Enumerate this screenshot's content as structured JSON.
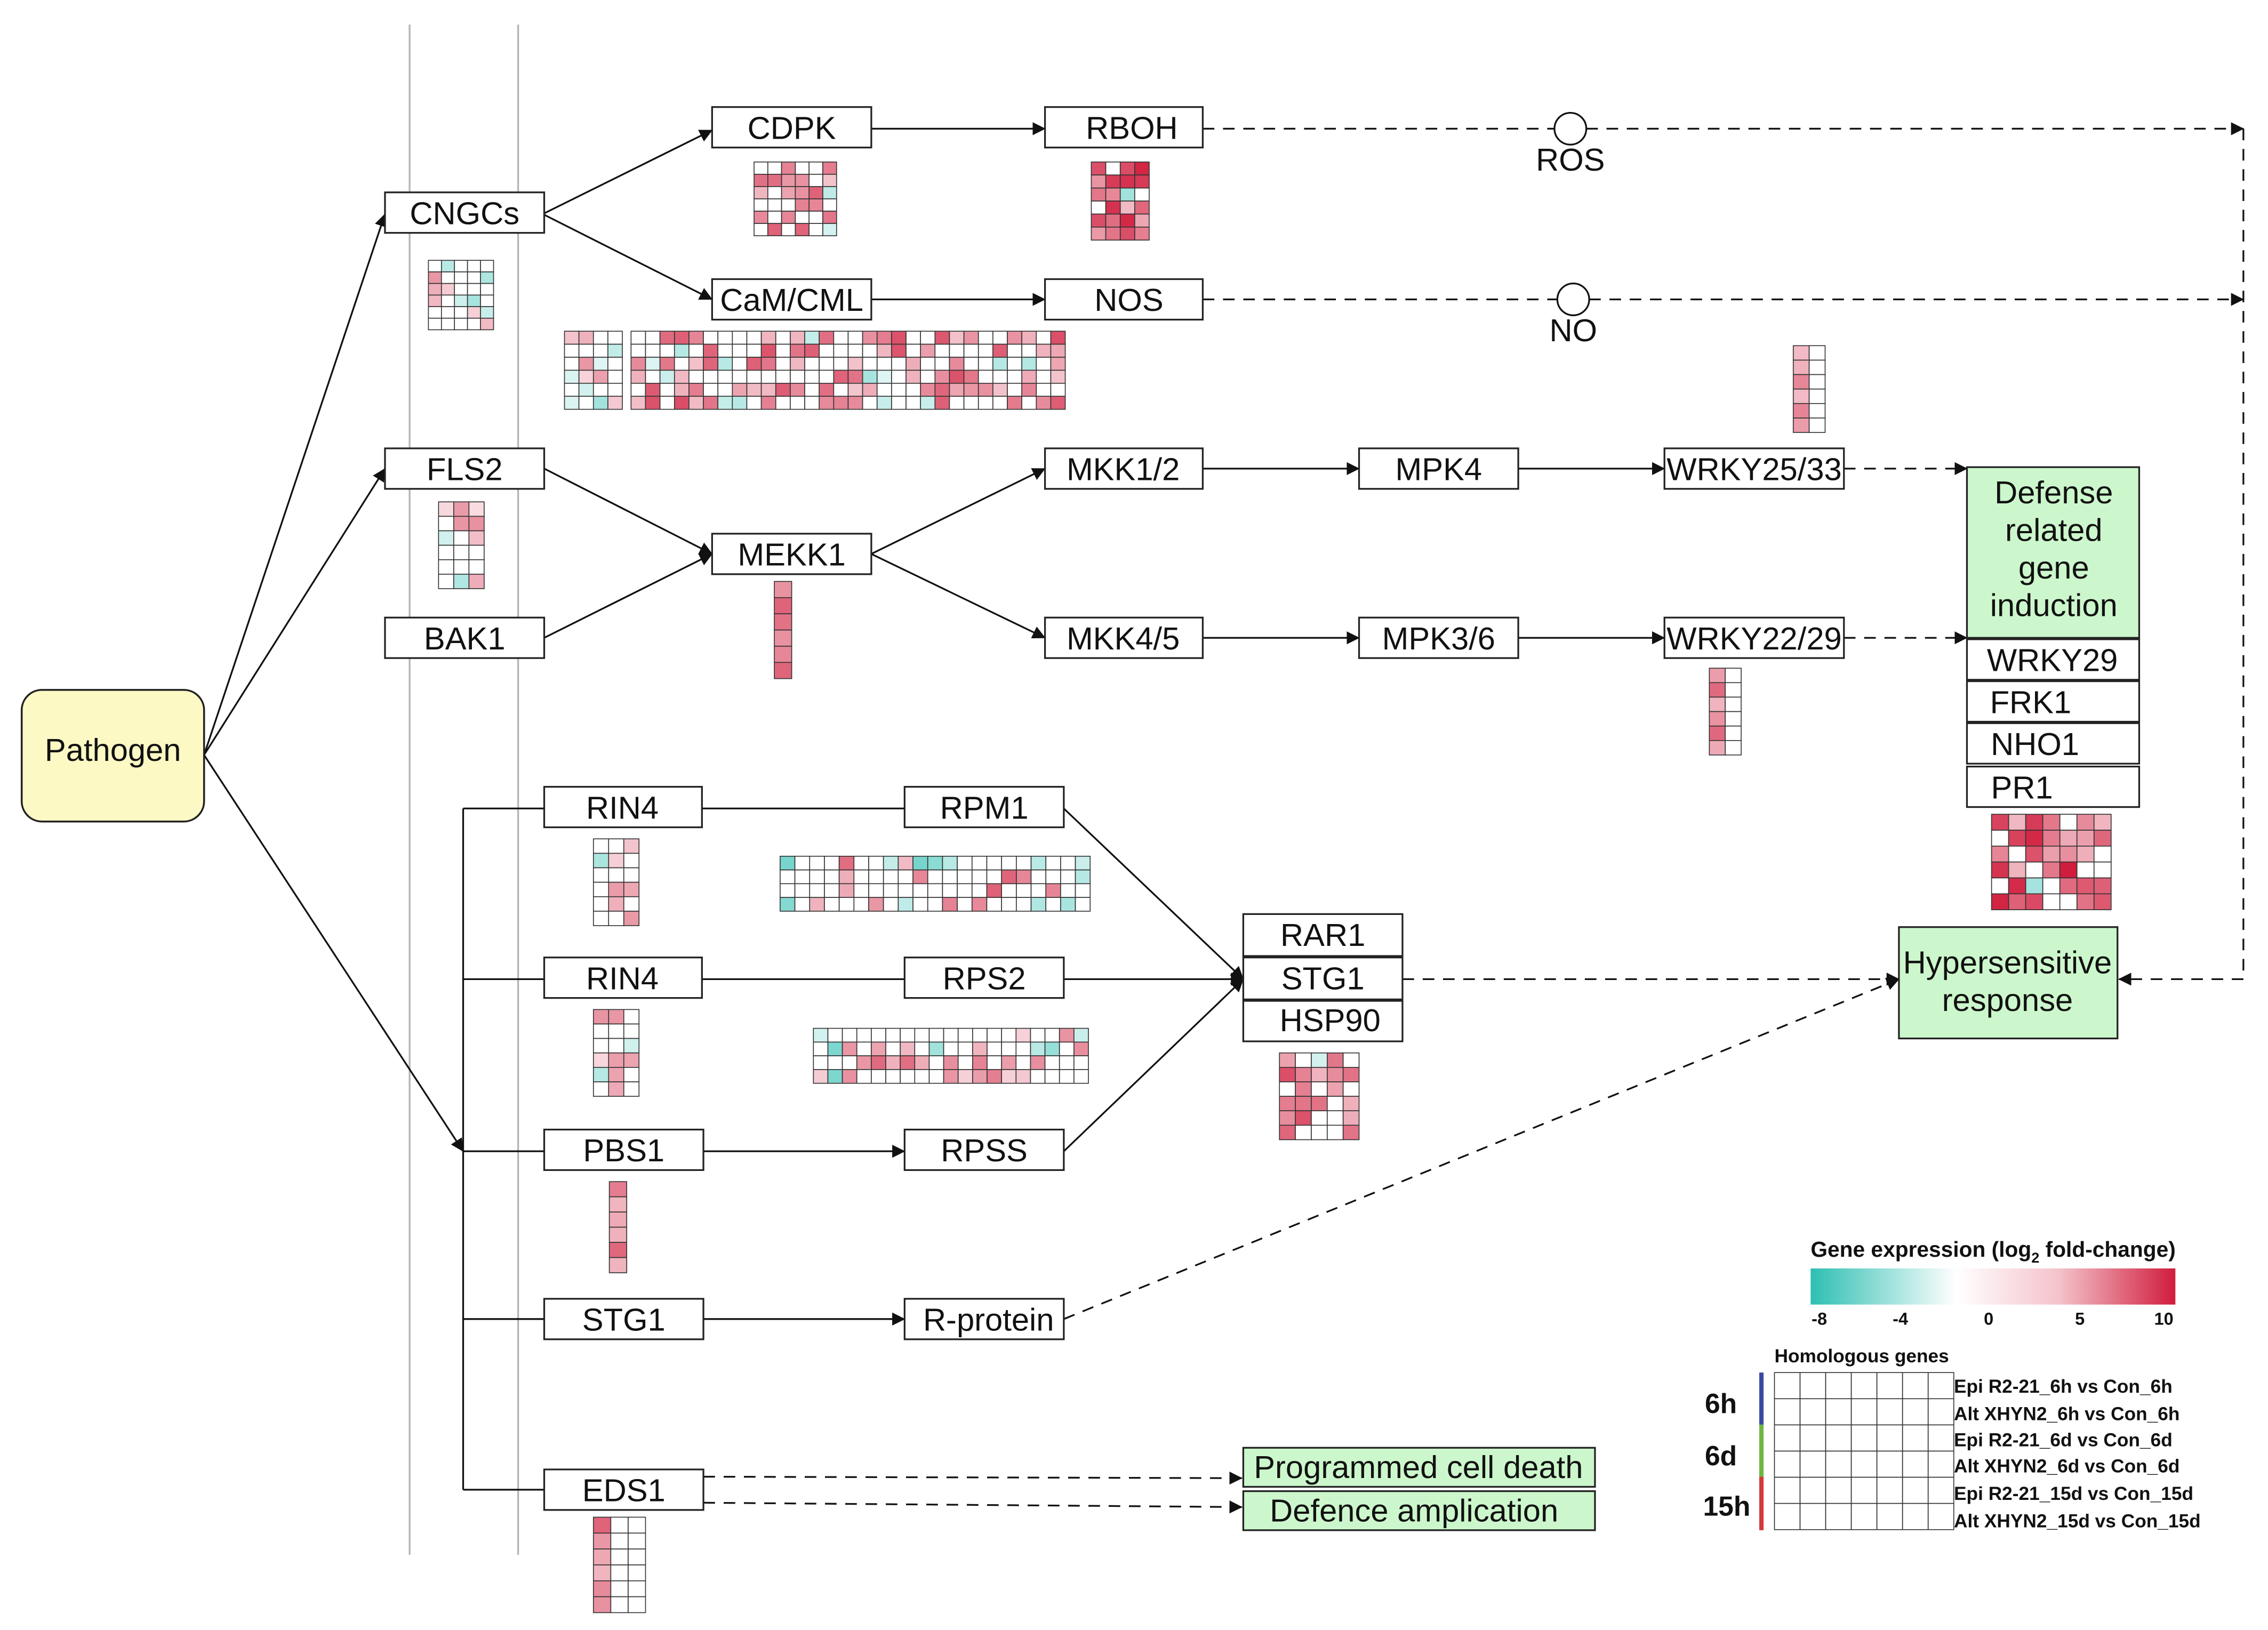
{
  "colors": {
    "up_max": "#d01c3c",
    "down_max": "#2ebfb2",
    "neutral": "#ffffff",
    "pathogen_fill": "#fdf9c4",
    "output_fill": "#ccf7cc",
    "line": "#111111",
    "membrane": "#b3b3b3"
  },
  "nodes": {
    "pathogen": "Pathogen",
    "cngcs": "CNGCs",
    "fls2": "FLS2",
    "bak1": "BAK1",
    "cdpk": "CDPK",
    "camcml": "CaM/CML",
    "rboh": "RBOH",
    "nos": "NOS",
    "ros": "ROS",
    "no": "NO",
    "mekk1": "MEKK1",
    "mkk12": "MKK1/2",
    "mkk45": "MKK4/5",
    "mpk4": "MPK4",
    "mpk36": "MPK3/6",
    "wrky2533": "WRKY25/33",
    "wrky2229": "WRKY22/29",
    "rin4_a": "RIN4",
    "rin4_b": "RIN4",
    "rpm1": "RPM1",
    "rps2": "RPS2",
    "pbs1": "PBS1",
    "rpss": "RPSS",
    "stg1": "STG1",
    "rprotein": "R-protein",
    "eds1": "EDS1",
    "rar1": "RAR1",
    "stg1_complex": "STG1",
    "hsp90": "HSP90",
    "defense_title": [
      "Defense",
      "related",
      "gene",
      "induction"
    ],
    "wrky29": "WRKY29",
    "frk1": "FRK1",
    "nho1": "NHO1",
    "pr1": "PR1",
    "hypersensitive": [
      "Hypersensitive",
      "response"
    ],
    "pcd": "Programmed cell death",
    "defence_amp": "Defence amplication"
  },
  "legend": {
    "title": "Gene expression (log",
    "title_sub": "2",
    "title_end": " fold-change)",
    "ticks": [
      "-8",
      "-4",
      "0",
      "5",
      "10"
    ],
    "homologous_label": "Homologous genes",
    "time_groups": [
      {
        "label": "6h",
        "color": "#3b4ba0"
      },
      {
        "label": "6d",
        "color": "#6fb544"
      },
      {
        "label": "15h",
        "color": "#d43a3a"
      }
    ],
    "rows": [
      "Epi R2-21_6h vs Con_6h",
      "Alt XHYN2_6h vs Con_6h",
      "Epi R2-21_6d vs Con_6d",
      "Alt XHYN2_6d vs Con_6d",
      "Epi R2-21_15d vs Con_15d",
      "Alt XHYN2_15d vs Con_15d"
    ]
  }
}
